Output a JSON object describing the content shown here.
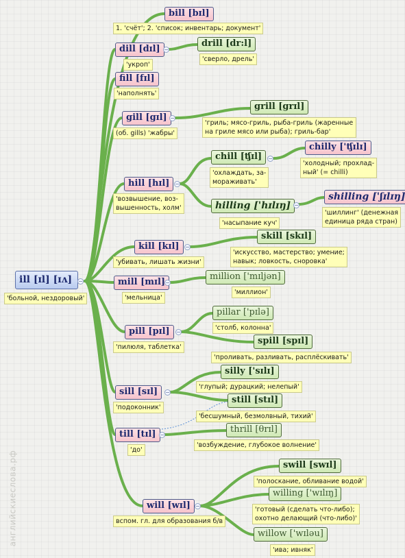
{
  "watermark": "английскиеслова.рф",
  "nodes": {
    "ill": {
      "word": "ill [ɪl] [ɪʌ]",
      "note": "'больной, нездоровый'"
    },
    "bill": {
      "word": "bill [bɪl]",
      "note": "1. 'счёт'; 2. 'список; инвентарь; документ'"
    },
    "dill": {
      "word": "dill [dɪl]",
      "note": "'укроп'"
    },
    "drill": {
      "word": "drill [dr:l]",
      "note": "'сверло, дрель'"
    },
    "fill": {
      "word": "fill [fɪl]",
      "note": "'наполнять'"
    },
    "gill": {
      "word": "gill [gɪl]",
      "note": "(об. gills) 'жабры'"
    },
    "grill": {
      "word": "grill [grɪl]",
      "note_lines": [
        "'гриль; мясо-гриль, рыба-гриль (жаренные",
        "на гриле мясо или рыба); гриль-бар'"
      ]
    },
    "hill": {
      "word": "hill [hɪl]",
      "note_lines": [
        "'возвышение, воз-",
        "вышенность, холм'"
      ]
    },
    "chill": {
      "word": "chill [ʧɪl]",
      "note_lines": [
        "'охлаждать, за-",
        "мораживать'"
      ]
    },
    "chilly": {
      "word": "chilly ['ʧɪlɪ]",
      "note_lines": [
        "'холодный; прохлад-",
        "ный' (= chilli)"
      ]
    },
    "hilling": {
      "word": "hilling ['hɪlɪŋ]",
      "note": "'насыпание куч'"
    },
    "shilling": {
      "word": "shilling ['ʃɪlɪŋ]",
      "note_lines": [
        "'шиллинг' (денежная",
        "единица ряда стран)"
      ]
    },
    "kill": {
      "word": "kill [kɪl]",
      "note": "'убивать, лишать жизни'"
    },
    "skill": {
      "word": "skill [skɪl]",
      "note_lines": [
        "'искусство, мастерство; умение;",
        "навык; ловкость, сноровка'"
      ]
    },
    "mill": {
      "word": "mill [mɪl]",
      "note": "'мельница'"
    },
    "million": {
      "word": "million ['mɪljən]",
      "note": "'миллион'"
    },
    "pill": {
      "word": "pill [pɪl]",
      "note": "'пилюля, таблетка'"
    },
    "pillar": {
      "word": "pillar ['pɪlə]",
      "note": "'столб, колонна'"
    },
    "spill": {
      "word": "spill [spɪl]",
      "note": "'проливать, разливать, расплёскивать'"
    },
    "sill": {
      "word": "sill [sɪl]",
      "note": "'подоконник'"
    },
    "silly": {
      "word": "silly ['sɪlɪ]",
      "note": "'глупый; дурацкий; нелепый'"
    },
    "still": {
      "word": "still [stɪl]",
      "note": "'бесшумный, безмолвный, тихий'"
    },
    "till": {
      "word": "till [tɪl]",
      "note": "'до'"
    },
    "thrill": {
      "word": "thrill [θrɪl]",
      "note": "'возбуждение, глубокое волнение'"
    },
    "will": {
      "word": "will [wɪl]",
      "note": "вспом. гл. для образования б/в"
    },
    "swill": {
      "word": "swill [swɪl]",
      "note": "'полоскание, обливание водой'"
    },
    "willing": {
      "word": "willing ['wɪlɪŋ]",
      "note_lines": [
        "'готовый (сделать что-либо);",
        "охотно делающий (что-либо)'"
      ]
    },
    "willow": {
      "word": "willow ['wɪləu]",
      "note": "'ива; ивняк'"
    }
  },
  "toggle_symbol": "−",
  "colors": {
    "link": "#6ab04c",
    "node_pink": "#f6c3cc",
    "node_green": "#cfe9b4",
    "root": "#b9cbef",
    "note": "#ffffb8",
    "dotted_link": "#5b8fd6"
  }
}
